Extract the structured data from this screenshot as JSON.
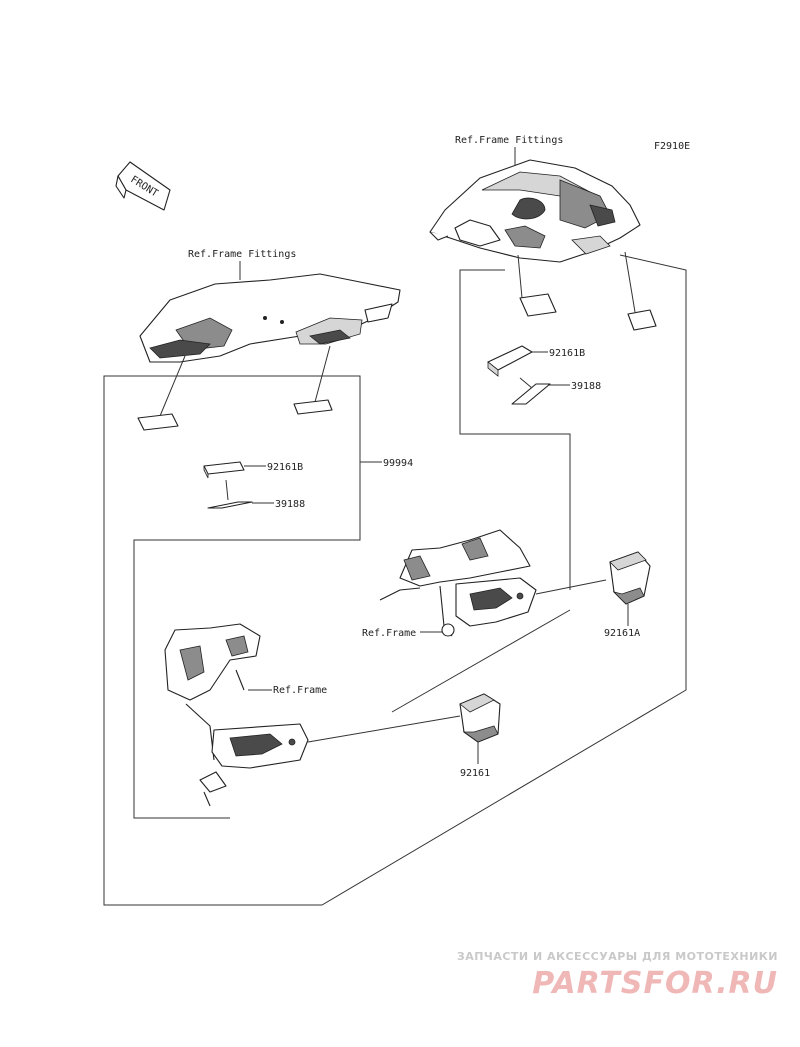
{
  "figure_code": "F2910E",
  "front_label": "FRONT",
  "ref_labels": {
    "frame_fittings_top": "Ref.Frame Fittings",
    "frame_fittings_left": "Ref.Frame Fittings",
    "frame_right": "Ref.Frame",
    "frame_left": "Ref.Frame"
  },
  "parts": {
    "p_92161B_right": "92161B",
    "p_39188_right": "39188",
    "p_99994": "99994",
    "p_92161B_left": "92161B",
    "p_39188_left": "39188",
    "p_92161A": "92161A",
    "p_92161": "92161"
  },
  "watermark": {
    "tagline": "ЗАПЧАСТИ И АКСЕССУАРЫ ДЛЯ МОТОТЕХНИКИ",
    "logo": "PARTSFOR.RU"
  },
  "colors": {
    "line": "#333333",
    "watermark_logo": "#f0b7b7",
    "watermark_text": "#c9c9c9"
  }
}
